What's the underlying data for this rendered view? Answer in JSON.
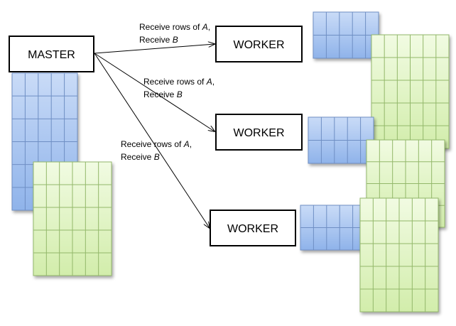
{
  "master": {
    "label": "MASTER"
  },
  "workers": [
    {
      "label": "WORKER"
    },
    {
      "label": "WORKER"
    },
    {
      "label": "WORKER"
    }
  ],
  "messages": [
    {
      "line1_prefix": "Receive rows of ",
      "line1_var": "A",
      "line1_suffix": ",",
      "line2_prefix": "Receive ",
      "line2_var": "B"
    },
    {
      "line1_prefix": "Receive rows of ",
      "line1_var": "A",
      "line1_suffix": ",",
      "line2_prefix": "Receive ",
      "line2_var": "B"
    },
    {
      "line1_prefix": "Receive rows of ",
      "line1_var": "A",
      "line1_suffix": ",",
      "line2_prefix": "Receive ",
      "line2_var": "B"
    }
  ],
  "colors": {
    "matrix_a_top": "#c9dbf7",
    "matrix_a_bottom": "#8fb3ea",
    "matrix_a_line": "#6f8fc4",
    "matrix_b_top": "#f1fbe2",
    "matrix_b_bottom": "#d2edab",
    "matrix_b_line": "#93b86a"
  }
}
